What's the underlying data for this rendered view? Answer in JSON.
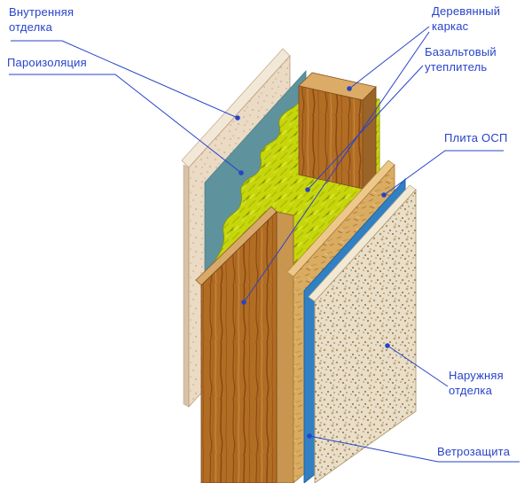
{
  "labels": {
    "interior": "Внутренняя\nотделка",
    "vapor": "Пароизоляция",
    "frame": "Деревянный\nкаркас",
    "insulation": "Базальтовый\nутеплитель",
    "osb": "Плита ОСП",
    "exterior": "Наружняя\nотделка",
    "wind": "Ветрозащита"
  },
  "colors": {
    "callout": "#2743c9",
    "interior_finish": "#ebdac4",
    "vapor_barrier": "#5e929c",
    "insulation": "#c6d60b",
    "wood": "#b26d24",
    "osb": "#d9ac62",
    "wind_barrier": "#3180c4",
    "exterior_finish": "#e9dfc9"
  }
}
